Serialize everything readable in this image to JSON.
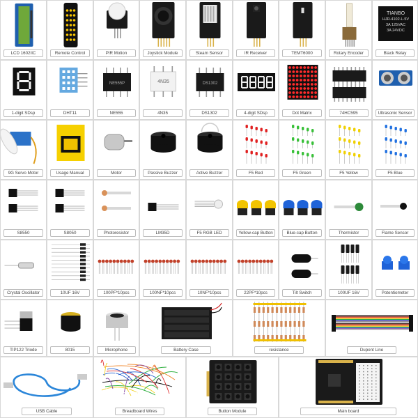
{
  "colors": {
    "pcb_black": "#1a1a1a",
    "pcb_blue": "#1f5fae",
    "lcd_green": "#6fa83a",
    "led_red": "#e02020",
    "led_green": "#38c038",
    "led_yellow": "#f0d000",
    "led_blue": "#2070e0",
    "cap_yellow": "#f2c400",
    "cap_blue": "#1f63d8",
    "usb_blue": "#2b86d9",
    "resistor_body": "#d08a5a",
    "gold_pin": "#d9b24a"
  },
  "rows": [
    [
      {
        "label": "LCD 1602IIC",
        "icon": "lcd"
      },
      {
        "label": "Remote Control",
        "icon": "remote"
      },
      {
        "label": "PIR Motion",
        "icon": "pir"
      },
      {
        "label": "Joystick Module",
        "icon": "joystick"
      },
      {
        "label": "Steam Sensor",
        "icon": "steam"
      },
      {
        "label": "IR Receiver",
        "icon": "ir-receiver"
      },
      {
        "label": "TEMT6000",
        "icon": "temt"
      },
      {
        "label": "Rotary Encoder",
        "icon": "encoder"
      },
      {
        "label": "Black Relay",
        "icon": "relay",
        "text_lines": [
          "TIANBO",
          "HJR-4102-L-5V",
          "3A 125VAC",
          "3A 24VDC"
        ]
      }
    ],
    [
      {
        "label": "1-digit SDsp",
        "icon": "seg1"
      },
      {
        "label": "DHT11",
        "icon": "dht11"
      },
      {
        "label": "NE555",
        "icon": "ne555",
        "chip_text": "NE555P"
      },
      {
        "label": "4N35",
        "icon": "4n35",
        "chip_text": "4N35"
      },
      {
        "label": "DS1302",
        "icon": "ds1302",
        "chip_text": "DS1302"
      },
      {
        "label": "4-digit SDsp",
        "icon": "seg4"
      },
      {
        "label": "Dot Matrix",
        "icon": "matrix"
      },
      {
        "label": "74HC595",
        "icon": "hc595"
      },
      {
        "label": "Ultrasonic Sensor",
        "icon": "ultrasonic"
      }
    ],
    [
      {
        "label": "9G Servo Motor",
        "icon": "servo"
      },
      {
        "label": "Usage Manual",
        "icon": "manual"
      },
      {
        "label": "Motor",
        "icon": "motor"
      },
      {
        "label": "Passive Buzzer",
        "icon": "buzzer-passive"
      },
      {
        "label": "Active Buzzer",
        "icon": "buzzer-active"
      },
      {
        "label": "F5 Red",
        "icon": "leds-red"
      },
      {
        "label": "F5 Green",
        "icon": "leds-green"
      },
      {
        "label": "F5 Yellow",
        "icon": "leds-yellow"
      },
      {
        "label": "F5 Blue",
        "icon": "leds-blue"
      }
    ],
    [
      {
        "label": "S8550",
        "icon": "transistor"
      },
      {
        "label": "S8050",
        "icon": "transistor"
      },
      {
        "label": "Photoresistor",
        "icon": "photoresistor"
      },
      {
        "label": "LM35D",
        "icon": "lm35"
      },
      {
        "label": "F5 RGB LED",
        "icon": "rgb-led"
      },
      {
        "label": "Yellow-cap Button",
        "icon": "buttons-yellow"
      },
      {
        "label": "Blue-cap Button",
        "icon": "buttons-blue"
      },
      {
        "label": "Thermistor",
        "icon": "thermistor"
      },
      {
        "label": "Flame Sensor",
        "icon": "flame"
      }
    ],
    [
      {
        "label": "Crystal Oscillator",
        "icon": "crystal"
      },
      {
        "label": "10UF 16V",
        "icon": "diodes"
      },
      {
        "label": "100PF*10pcs",
        "icon": "ceramic"
      },
      {
        "label": "100NF*10pcs",
        "icon": "ceramic"
      },
      {
        "label": "10NF*10pcs",
        "icon": "ceramic"
      },
      {
        "label": "22PF*10pcs",
        "icon": "ceramic"
      },
      {
        "label": "Tilt Switch",
        "icon": "tilt"
      },
      {
        "label": "100UF 16V",
        "icon": "electrolytic"
      },
      {
        "label": "Potentiometer",
        "icon": "pot"
      }
    ],
    [
      {
        "label": "TIP122 Triode",
        "icon": "tip122"
      },
      {
        "label": "8015",
        "icon": "8015"
      },
      {
        "label": "Microphone",
        "icon": "mic"
      },
      {
        "label": "Battery Case",
        "icon": "battery"
      },
      {
        "label": "resistance",
        "icon": "resistors"
      },
      {
        "label": "Dupont Line",
        "icon": "dupont"
      }
    ],
    [
      {
        "label": "USB Cable",
        "icon": "usb"
      },
      {
        "label": "Breadboard Wires",
        "icon": "wires"
      },
      {
        "label": "Button Module",
        "icon": "button-module"
      },
      {
        "label": "Main board",
        "icon": "mainboard"
      }
    ]
  ]
}
